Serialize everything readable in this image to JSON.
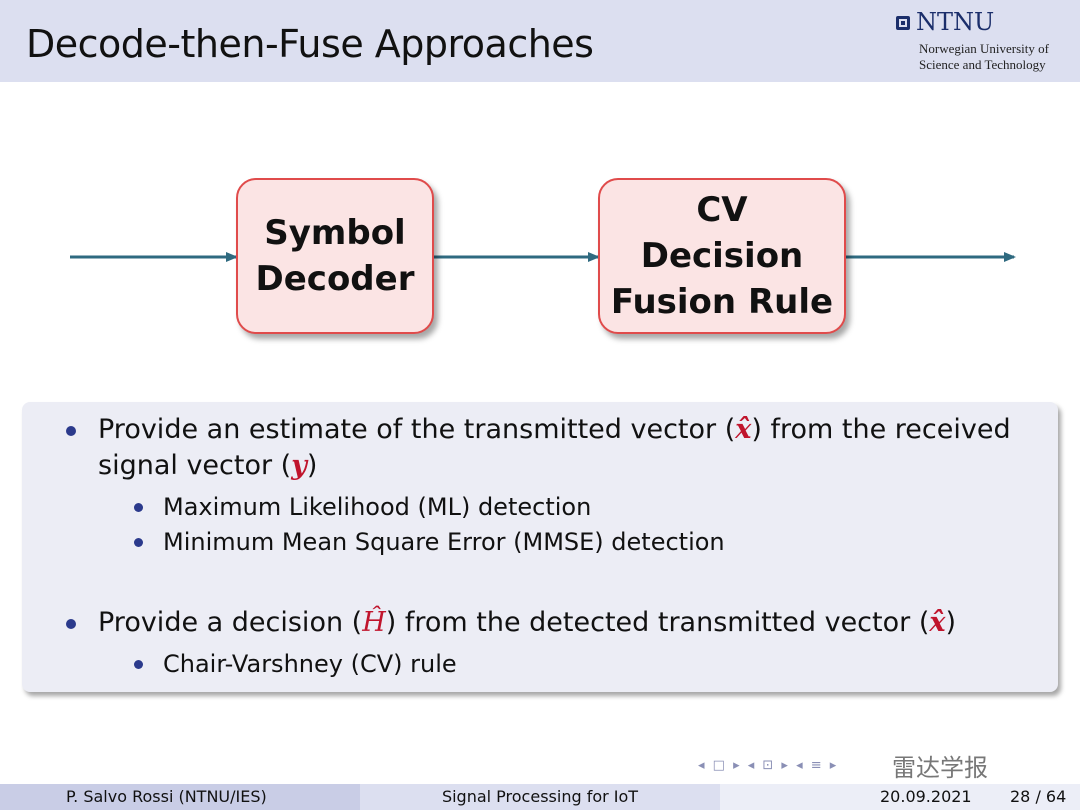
{
  "slide": {
    "title": "Decode-then-Fuse Approaches"
  },
  "logo": {
    "name": "NTNU",
    "line1": "Norwegian University of",
    "line2": "Science and Technology"
  },
  "diagram": {
    "block1": [
      "Symbol",
      "Decoder"
    ],
    "block2": [
      "CV",
      "Decision",
      "Fusion Rule"
    ],
    "arrow_color": "#2f6a80",
    "block_fill": "#fbe4e4",
    "block_border": "#e04b4b"
  },
  "content": {
    "item1": {
      "text_a": "Provide an estimate of the transmitted vector (",
      "sym_x": "x̂",
      "text_b": ") from the received",
      "text_c": "signal vector (",
      "sym_y": "y",
      "text_d": ")"
    },
    "sub1": "Maximum Likelihood (ML) detection",
    "sub2": "Minimum Mean Square Error (MMSE) detection",
    "item2": {
      "text_a": "Provide a decision (",
      "sym_h": "Ĥ",
      "text_b": ") from the detected transmitted vector (",
      "sym_x": "x̂",
      "text_c": ")"
    },
    "sub3": "Chair-Varshney (CV) rule",
    "bullet_color": "#2b3a8c",
    "math_color": "#c0142c"
  },
  "nav": {
    "symbols": "◂ □ ▸ ◂ ⊡ ▸ ◂ ≡ ▸"
  },
  "watermark": "雷达学报",
  "footer": {
    "author": "P. Salvo Rossi  (NTNU/IES)",
    "course": "Signal Processing for IoT",
    "date": "20.09.2021",
    "page": "28 / 64"
  }
}
